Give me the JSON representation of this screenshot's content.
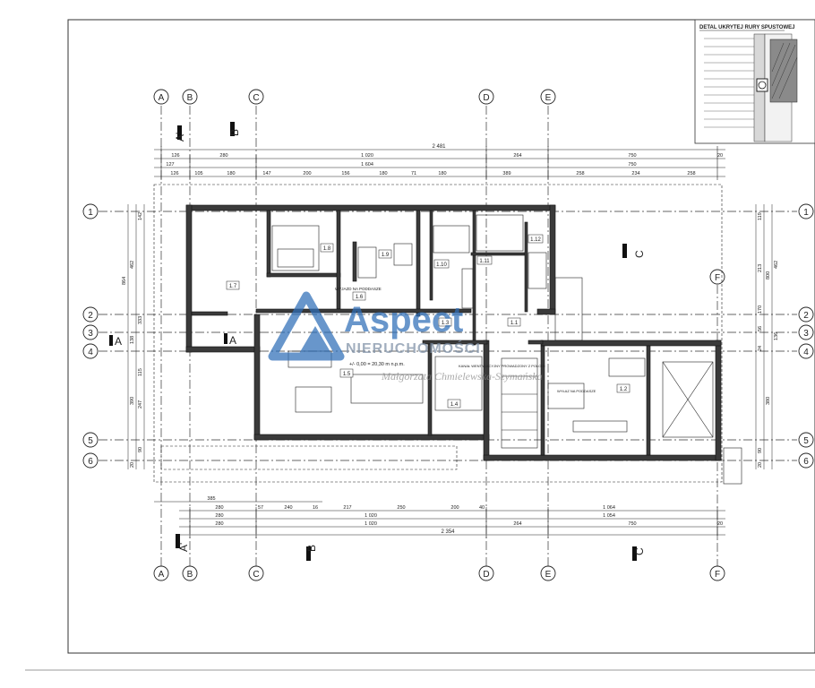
{
  "detail": {
    "title": "DETAL UKRYTEJ RURY SPUSTOWEJ"
  },
  "grid_axes": {
    "columns": [
      "A",
      "B",
      "C",
      "D",
      "E",
      "F"
    ],
    "rows": [
      "1",
      "2",
      "3",
      "4",
      "5",
      "6"
    ]
  },
  "sections": {
    "a": "A",
    "a_prime": "A'",
    "b": "B",
    "c": "C"
  },
  "top_dimensions": {
    "total": "2 481",
    "row1": [
      "1 020",
      "264",
      "750",
      "20"
    ],
    "row2": [
      "127",
      "1 604",
      "750"
    ],
    "row3": [
      "126",
      "105",
      "180",
      "147",
      "200",
      "156",
      "180",
      "71",
      "180",
      "389",
      "258",
      "234",
      "258"
    ],
    "first": [
      "126",
      "280"
    ]
  },
  "bottom_dimensions": {
    "row0": [
      "385"
    ],
    "row1": [
      "280",
      "57",
      "240",
      "16",
      "217",
      "250",
      "200",
      "40",
      "1 064"
    ],
    "row2": [
      "280",
      "1 020",
      "1 054"
    ],
    "row3": [
      "280",
      "1 020",
      "264",
      "750",
      "20"
    ],
    "total": "2 354"
  },
  "left_dimensions": [
    "142",
    "462",
    "864",
    "333",
    "138",
    "115",
    "390",
    "247",
    "90",
    "20"
  ],
  "right_dimensions": [
    "119",
    "213",
    "462",
    "800",
    "170",
    "56",
    "136",
    "24",
    "380",
    "90",
    "20"
  ],
  "rooms": [
    "1.1",
    "1.2",
    "1.3",
    "1.4",
    "1.5",
    "1.6",
    "1.7",
    "1.8",
    "1.9",
    "1.10",
    "1.11",
    "1.12"
  ],
  "labels": {
    "level": "+/- 0,00 = 20,30 m n.p.m.",
    "wyjazd": "WYJAZD NA PODDASZE",
    "vent": "KANAŁ WENTYLACYJNY PROWADZONY Z POŁOGI",
    "wylaz": "WYŁAZ NA PODDASZE"
  },
  "watermark": {
    "brand": "Aspect",
    "sub": "NIERUCHOMOŚCI",
    "sig": "Małgorzata Chmielewska-Szymańska"
  },
  "colors": {
    "line": "#222222",
    "wall": "#3a3a3a",
    "watermark": "#2f6fb8"
  }
}
